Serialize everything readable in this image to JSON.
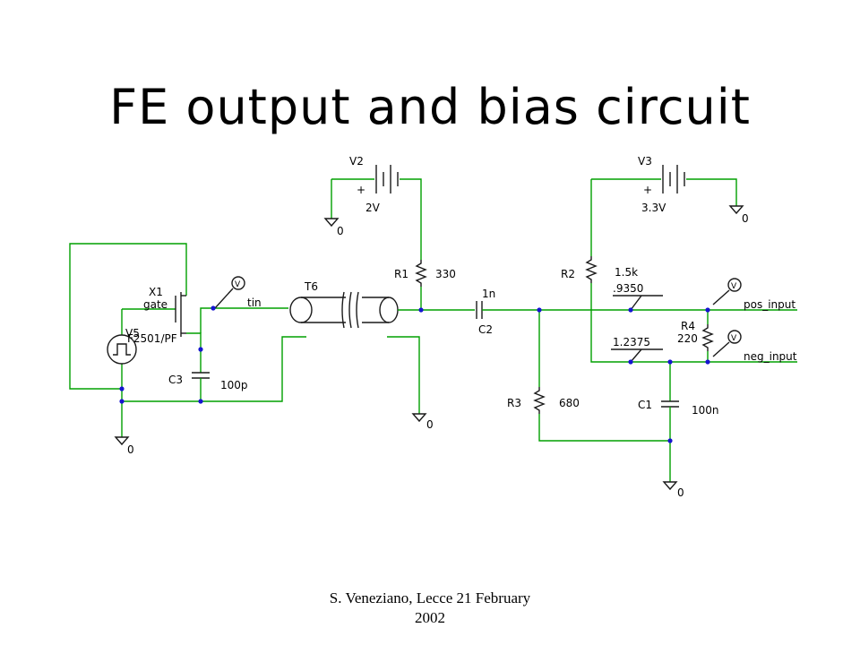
{
  "slide": {
    "title": "FE output and bias circuit",
    "footer_line1": "S. Veneziano, Lecce 21 February",
    "footer_line2": "2002"
  },
  "schematic": {
    "sources": {
      "V2": {
        "ref": "V2",
        "value": "2V",
        "plus": "+"
      },
      "V3": {
        "ref": "V3",
        "value": "3.3V",
        "plus": "+"
      },
      "V5": {
        "ref": "V5"
      }
    },
    "transistor": {
      "ref": "X1",
      "pin": "gate",
      "model": "F2501/PF"
    },
    "resistors": {
      "R1": {
        "ref": "R1",
        "value": "330"
      },
      "R2": {
        "ref": "R2",
        "value": "1.5k"
      },
      "R3": {
        "ref": "R3",
        "value": "680"
      },
      "R4": {
        "ref": "R4",
        "value": "220"
      }
    },
    "capacitors": {
      "C1": {
        "ref": "C1",
        "value": "100n"
      },
      "C2": {
        "ref": "C2",
        "value": "1n"
      },
      "C3": {
        "ref": "C3",
        "value": "100p"
      }
    },
    "tline": {
      "ref": "T6"
    },
    "nets": {
      "tin": "tin",
      "pos_input": "pos_input",
      "neg_input": "neg_input"
    },
    "probe_symbol": "V",
    "probe_values": {
      "pos": ".9350",
      "neg": "1.2375"
    },
    "ground_label": "0"
  }
}
